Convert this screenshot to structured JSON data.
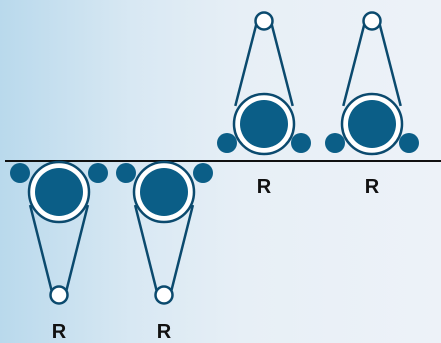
{
  "labels": {
    "unit_top_1": "R",
    "unit_top_2": "R",
    "unit_bottom_1": "R",
    "unit_bottom_2": "R"
  },
  "colors": {
    "pulley_fill": "#0b5e87",
    "pulley_ring": "#ffffff",
    "outline": "#0b4a6e",
    "belt": "#0b4a6e",
    "small_pulley_fill": "#ffffff",
    "baseline": "#111111",
    "label_text": "#111111"
  },
  "units": [
    {
      "id": "top-1",
      "orientation": "up"
    },
    {
      "id": "top-2",
      "orientation": "up"
    },
    {
      "id": "bottom-1",
      "orientation": "down"
    },
    {
      "id": "bottom-2",
      "orientation": "down"
    }
  ]
}
